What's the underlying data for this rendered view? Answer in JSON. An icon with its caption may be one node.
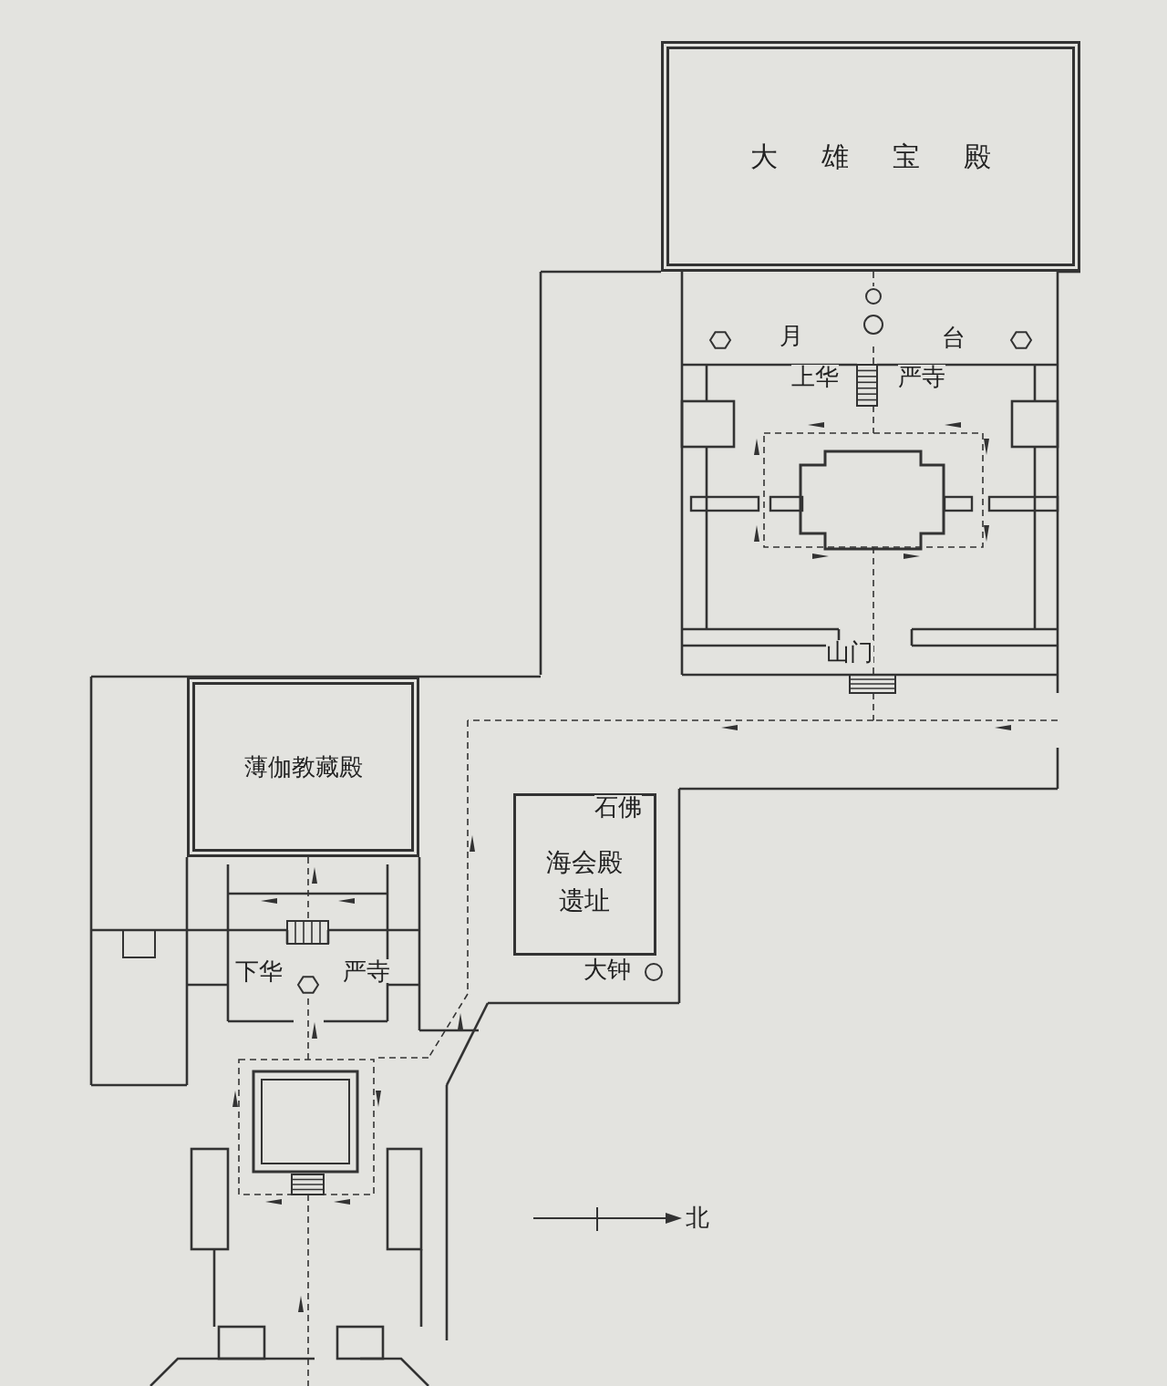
{
  "diagram": {
    "nodes": [
      {
        "text": [
          "大雄宝殿"
        ]
      },
      {
        "text": [
          "薄伽教藏殿"
        ]
      },
      {
        "text": [
          "海会殿遗址"
        ]
      }
    ],
    "labels": [
      "月",
      "台",
      "上华",
      "严寺",
      "山门",
      "石佛",
      "下华",
      "严寺",
      "大钟",
      "北"
    ]
  }
}
